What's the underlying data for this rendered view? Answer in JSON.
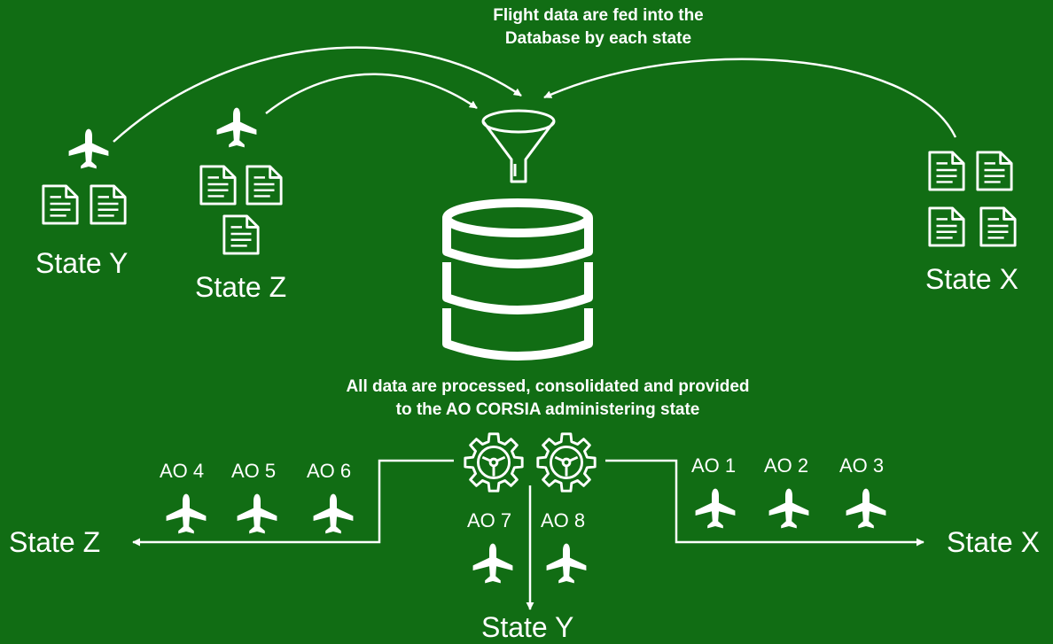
{
  "colors": {
    "background": "#116d14",
    "foreground": "#ffffff"
  },
  "top_caption": {
    "line1": "Flight data are fed into the",
    "line2": "Database by each state"
  },
  "mid_caption": {
    "line1": "All data are processed, consolidated and provided",
    "line2": "to the AO CORSIA administering state"
  },
  "sources": {
    "state_y": "State Y",
    "state_z": "State Z",
    "state_x": "State X"
  },
  "destinations": {
    "state_z": "State Z",
    "state_y": "State Y",
    "state_x": "State X"
  },
  "operators": {
    "ao1": "AO 1",
    "ao2": "AO 2",
    "ao3": "AO 3",
    "ao4": "AO 4",
    "ao5": "AO 5",
    "ao6": "AO 6",
    "ao7": "AO 7",
    "ao8": "AO 8"
  },
  "icons": [
    "plane-icon",
    "document-icon",
    "funnel-icon",
    "database-icon",
    "gear-icon"
  ]
}
